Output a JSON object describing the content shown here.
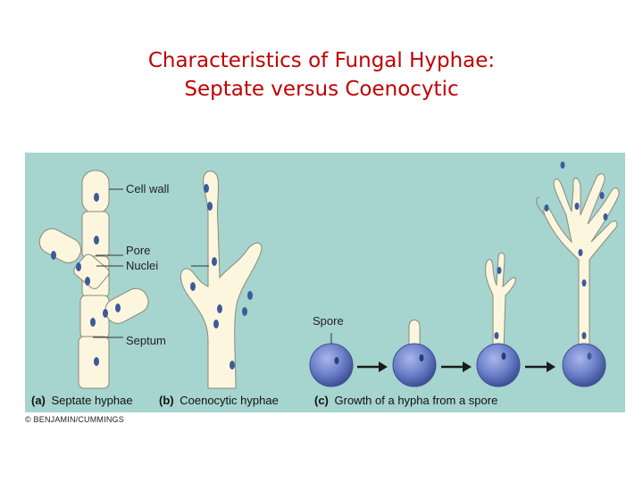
{
  "title": {
    "line1": "Characteristics of Fungal Hyphae:",
    "line2": "Septate versus Coenocytic"
  },
  "figure": {
    "labels": {
      "cell_wall": "Cell wall",
      "pore": "Pore",
      "nuclei": "Nuclei",
      "septum": "Septum",
      "spore": "Spore"
    },
    "captions": {
      "a_letter": "(a)",
      "a_text": "Septate hyphae",
      "b_letter": "(b)",
      "b_text": "Coenocytic hyphae",
      "c_letter": "(c)",
      "c_text": "Growth of a hypha from a spore"
    },
    "colors": {
      "background": "#a6d4cf",
      "hypha_fill": "#fcf6df",
      "hypha_outline": "#8a8a7a",
      "nucleus": "#3d5a99",
      "spore": "#6a7fc8",
      "arrow": "#1a1a1a"
    }
  },
  "copyright": "© BENJAMIN/CUMMINGS"
}
